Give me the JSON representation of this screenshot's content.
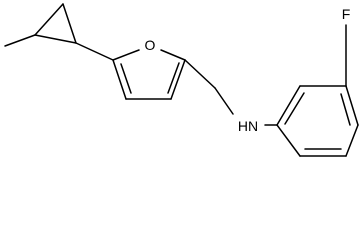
{
  "molecule": {
    "atoms": {
      "oxygen": "O",
      "amine": "HN",
      "fluorine": "F"
    }
  },
  "colors": {
    "bond": "#000000",
    "background": "#ffffff"
  }
}
